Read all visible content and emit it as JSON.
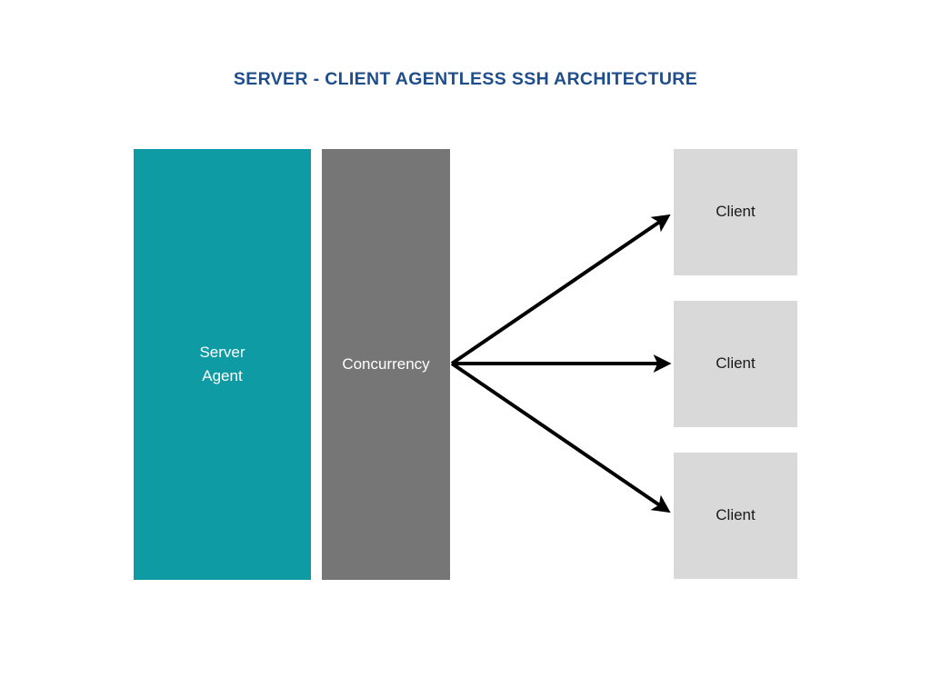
{
  "diagram": {
    "title": "SERVER - CLIENT AGENTLESS SSH ARCHITECTURE",
    "title_color": "#1F4E8C",
    "background_color": "#FFFFFF",
    "nodes": {
      "server": {
        "label": "Server\nAgent",
        "color": "#0F9BA4",
        "text_color": "#FFFFFF"
      },
      "concurrency": {
        "label": "Concurrency",
        "color": "#767676",
        "text_color": "#FFFFFF"
      },
      "clients": [
        {
          "label": "Client",
          "color": "#D9D9D9",
          "text_color": "#1A1A1A"
        },
        {
          "label": "Client",
          "color": "#D9D9D9",
          "text_color": "#1A1A1A"
        },
        {
          "label": "Client",
          "color": "#D9D9D9",
          "text_color": "#1A1A1A"
        }
      ]
    },
    "connectors": {
      "color": "#000000",
      "stroke_width": 4,
      "origin_label": "concurrency",
      "arrows": [
        {
          "from": "concurrency",
          "to": "client-1",
          "direction": "up-right"
        },
        {
          "from": "concurrency",
          "to": "client-2",
          "direction": "right"
        },
        {
          "from": "concurrency",
          "to": "client-3",
          "direction": "down-right"
        }
      ]
    }
  }
}
